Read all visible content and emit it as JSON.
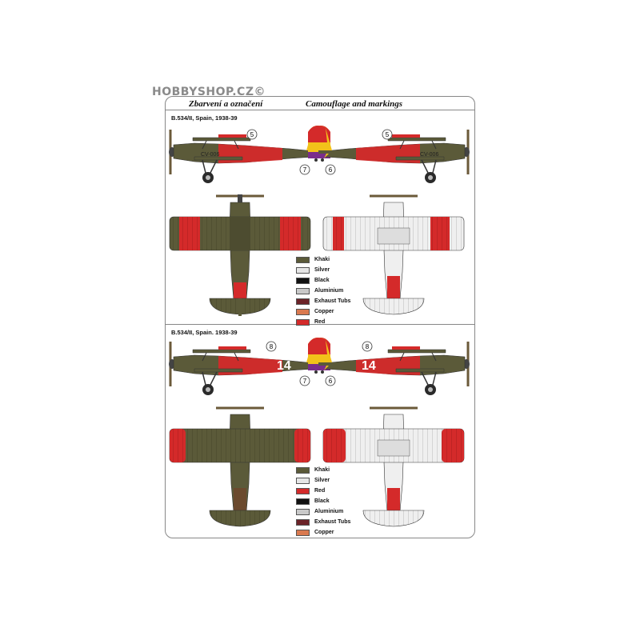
{
  "watermark": "HOBBYSHOP.CZ©",
  "header": {
    "czech_title": "Zbarvení a označení",
    "english_title": "Camouflage and markings"
  },
  "schemes": [
    {
      "title": "B.534/II, Spain, 1938-39",
      "callouts": [
        "5",
        "7",
        "5",
        "6"
      ],
      "registration": "CV-006",
      "legend": [
        {
          "label": "Khaki",
          "color": "#5b5a39"
        },
        {
          "label": "Silver",
          "color": "#e6e6e6"
        },
        {
          "label": "Black",
          "color": "#111111"
        },
        {
          "label": "Aluminium",
          "color": "#c9c9c9"
        },
        {
          "label": "Exhaust Tubs",
          "color": "#6b2328"
        },
        {
          "label": "Copper",
          "color": "#d9794f"
        },
        {
          "label": "Red",
          "color": "#d42a2a"
        }
      ]
    },
    {
      "title": "B.534/II, Spain. 1938-39",
      "callouts": [
        "8",
        "7",
        "8",
        "6"
      ],
      "fuselage_number": "14",
      "legend": [
        {
          "label": "Khaki",
          "color": "#5b5a39"
        },
        {
          "label": "Silver",
          "color": "#e6e6e6"
        },
        {
          "label": "Red",
          "color": "#d42a2a"
        },
        {
          "label": "Black",
          "color": "#111111"
        },
        {
          "label": "Aluminium",
          "color": "#c9c9c9"
        },
        {
          "label": "Exhaust Tubs",
          "color": "#6b2328"
        },
        {
          "label": "Copper",
          "color": "#d9794f"
        }
      ]
    }
  ],
  "colors": {
    "khaki": "#5b5a39",
    "red": "#d42a2a",
    "silver": "#e6e6e6",
    "yellow": "#f2c21a",
    "purple": "#7a2d8c"
  }
}
